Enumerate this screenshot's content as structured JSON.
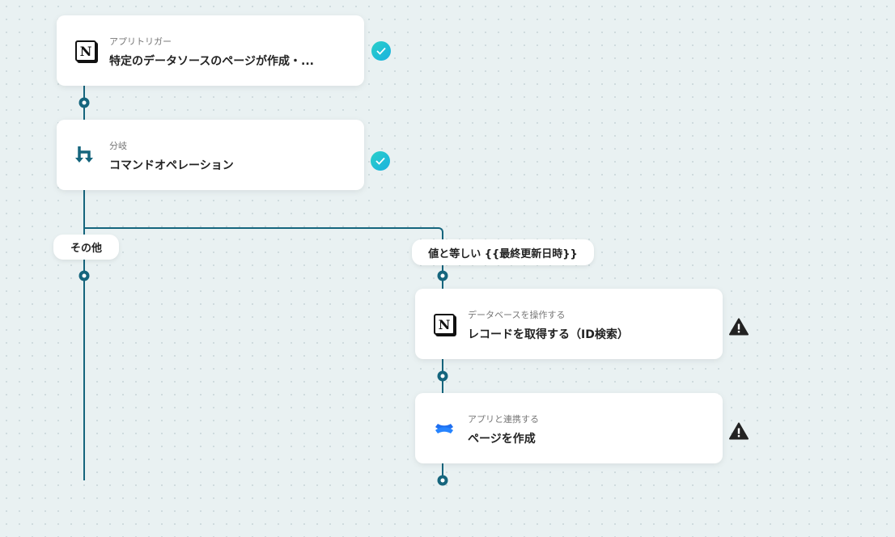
{
  "flow": {
    "trigger": {
      "sub": "アプリトリガー",
      "title": "特定のデータソースのページが作成・...",
      "icon": "notion-icon",
      "status": "complete"
    },
    "branch": {
      "sub": "分岐",
      "title": "コマンドオペレーション",
      "icon": "branch-icon",
      "status": "complete"
    },
    "branch_labels": {
      "other": "その他",
      "equals": "値と等しい {{最終更新日時}}"
    },
    "step_get_record": {
      "sub": "データベースを操作する",
      "title": "レコードを取得する（ID検索）",
      "icon": "notion-icon",
      "status": "warning"
    },
    "step_create_page": {
      "sub": "アプリと連携する",
      "title": "ページを作成",
      "icon": "confluence-icon",
      "status": "warning"
    }
  },
  "colors": {
    "line": "#15657d",
    "check": "#1fc0d4",
    "warning": "#222222",
    "background": "#e9f1f2"
  }
}
